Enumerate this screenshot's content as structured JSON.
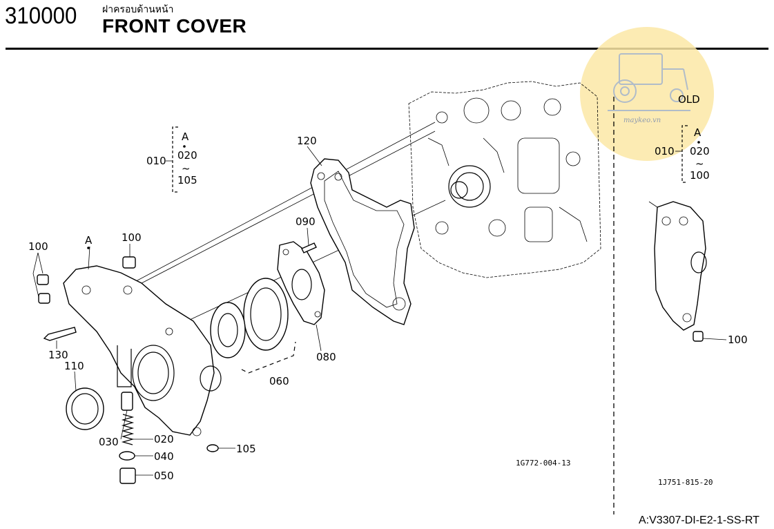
{
  "header": {
    "code": "310000",
    "thai_title": "ฝาครอบด้านหน้า",
    "title": "FRONT COVER"
  },
  "watermark": {
    "site": "maykeo.vn",
    "color": "#fbe7a6"
  },
  "left_panel": {
    "set_label": "A",
    "set_group": "010",
    "set_from": "020",
    "set_tilde": "~",
    "set_to": "105",
    "callouts": {
      "c100a": "100",
      "cA": "A",
      "c100b": "100",
      "c120": "120",
      "c090": "090",
      "c130": "130",
      "c110": "110",
      "c080": "080",
      "c060": "060",
      "c030": "030",
      "c020": "020",
      "c040": "040",
      "c050": "050",
      "c105": "105"
    },
    "drawing_no": "1G772-004-13"
  },
  "right_panel": {
    "old_label": "OLD",
    "set_label": "A",
    "set_group": "010",
    "set_from": "020",
    "set_tilde": "~",
    "set_to": "100",
    "callout_100": "100",
    "drawing_no": "1J751-815-20"
  },
  "footer": {
    "model_ref": "A:V3307-DI-E2-1-SS-RT"
  }
}
